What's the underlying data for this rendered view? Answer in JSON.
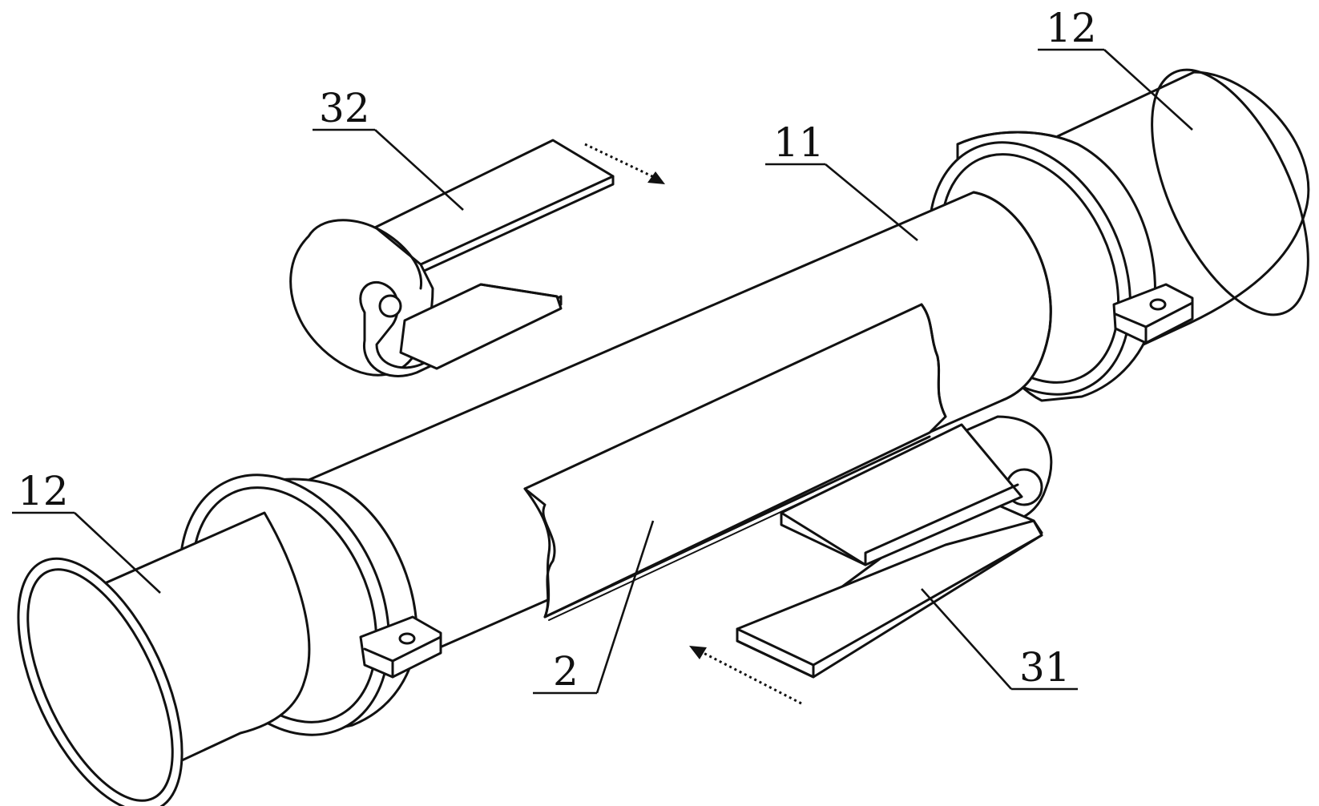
{
  "labels": {
    "upper_end_cap": "12",
    "lower_end_cap": "12",
    "main_pipe": "11",
    "wrap_layer": "2",
    "upper_clip": "32",
    "lower_clip": "31"
  }
}
